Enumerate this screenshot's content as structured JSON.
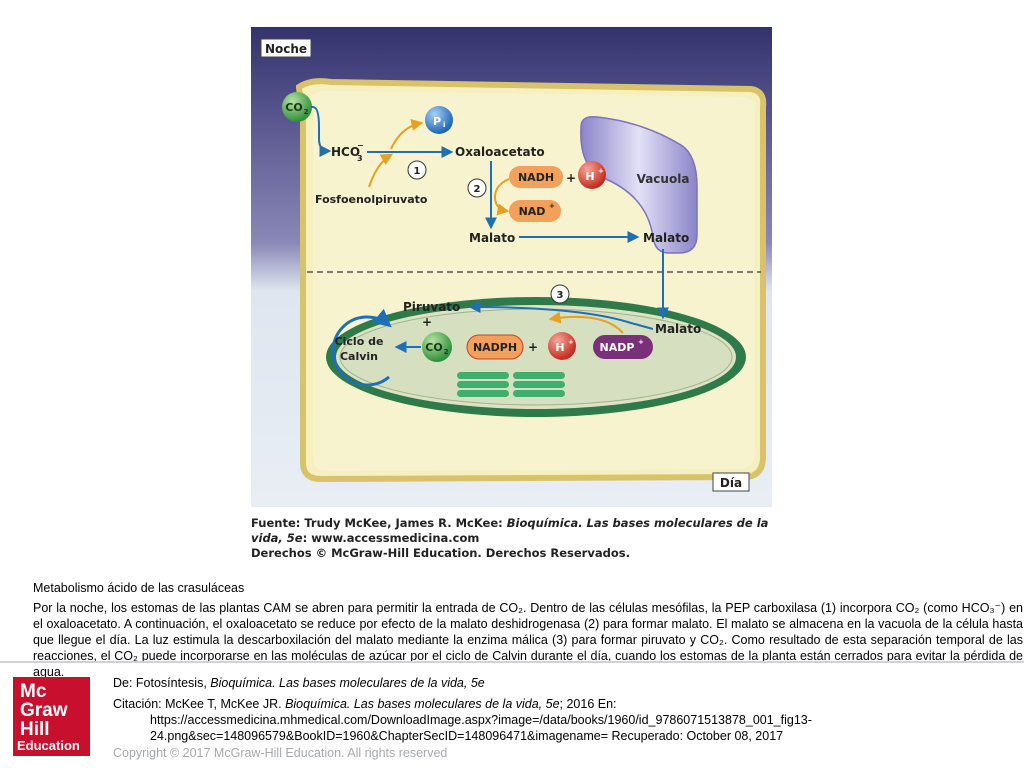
{
  "figure": {
    "panel_night": "Noche",
    "panel_day": "Día",
    "labels": {
      "co2_top": "CO",
      "co2_top_sub": "2",
      "hco3": "HCO",
      "hco3_sub": "3",
      "hco3_sup": "−",
      "pi": "P",
      "pi_sub": "i",
      "oxaloacetato": "Oxaloacetato",
      "fosfoenolpiruvato": "Fosfoenolpiruvato",
      "nadh": "NADH",
      "plus1": "+",
      "h_top": "H",
      "h_sup": "+",
      "nad": "NAD",
      "nad_sup": "+",
      "vacuola": "Vacuola",
      "malato_left": "Malato",
      "malato_vac": "Malato",
      "step1": "1",
      "step2": "2",
      "step3": "3",
      "piruvato": "Piruvato",
      "plus_piruvato": "+",
      "ciclo_de": "Ciclo de",
      "calvin": "Calvin",
      "co2_bottom": "CO",
      "co2_bottom_sub": "2",
      "nadph": "NADPH",
      "plus2": "+",
      "h_bottom": "H",
      "h_bottom_sup": "+",
      "nadp": "NADP",
      "nadp_sup": "+",
      "malato_chloro": "Malato"
    },
    "colors": {
      "night_sky": "#3c3a7a",
      "cell_fill": "#f6f0c0",
      "chloroplast": "#3f8f5c",
      "arrow_blue": "#1f6fb5",
      "arrow_orange": "#e8a020",
      "co2_green": "#3aa043",
      "pi_blue": "#2f7fd0",
      "h_red": "#d63a2a",
      "nadh_orange": "#f2a05a",
      "nadp_purple": "#7a2f7a",
      "vacuole": "#b9b4df"
    }
  },
  "source": {
    "line1": "Fuente: Trudy McKee, James R. McKee: ",
    "line1_italic": "Bioquímica. Las bases moleculares de la",
    "line2_italic": "vida, 5e",
    "line2": ": www.accessmedicina.com",
    "line3": "Derechos © McGraw-Hill Education. Derechos Reservados."
  },
  "caption": {
    "title": "Metabolismo ácido de las crasuláceas",
    "body": " Por la noche, los estomas de las plantas CAM se abren para permitir la entrada de CO₂. Dentro de las células mesófilas, la PEP carboxilasa (1) incorpora CO₂ (como HCO₃⁻) en el oxaloacetato. A continuación, el oxaloacetato se reduce por efecto de la malato deshidrogenasa (2) para formar malato. El malato se almacena en la vacuola de la célula hasta que llegue el día. La luz estimula la descarboxilación del malato mediante la enzima málica (3) para formar piruvato y CO₂. Como resultado de esta separación temporal de las reacciones, el CO₂ puede incorporarse en las moléculas de azúcar por el ciclo de Calvin durante el día, cuando los estomas de la planta están cerrados para evitar la pérdida de agua."
  },
  "logo": {
    "l1": "Mc",
    "l2": "Graw",
    "l3": "Hill",
    "l4": "Education"
  },
  "footer": {
    "from_prefix": "De: Fotosíntesis, ",
    "from_italic": "Bioquímica. Las bases moleculares de la vida, 5e",
    "citation_prefix": "Citación: McKee T, McKee JR. ",
    "citation_italic": "Bioquímica. Las bases moleculares de la vida, 5e",
    "citation_suffix": "; 2016 En:",
    "url_line1": "https://accessmedicina.mhmedical.com/DownloadImage.aspx?image=/data/books/1960/id_9786071513878_001_fig13-",
    "url_line2": "24.png&sec=148096579&BookID=1960&ChapterSecID=148096471&imagename= Recuperado: October 08, 2017",
    "copyright": "Copyright © 2017 McGraw-Hill Education. All rights reserved"
  }
}
